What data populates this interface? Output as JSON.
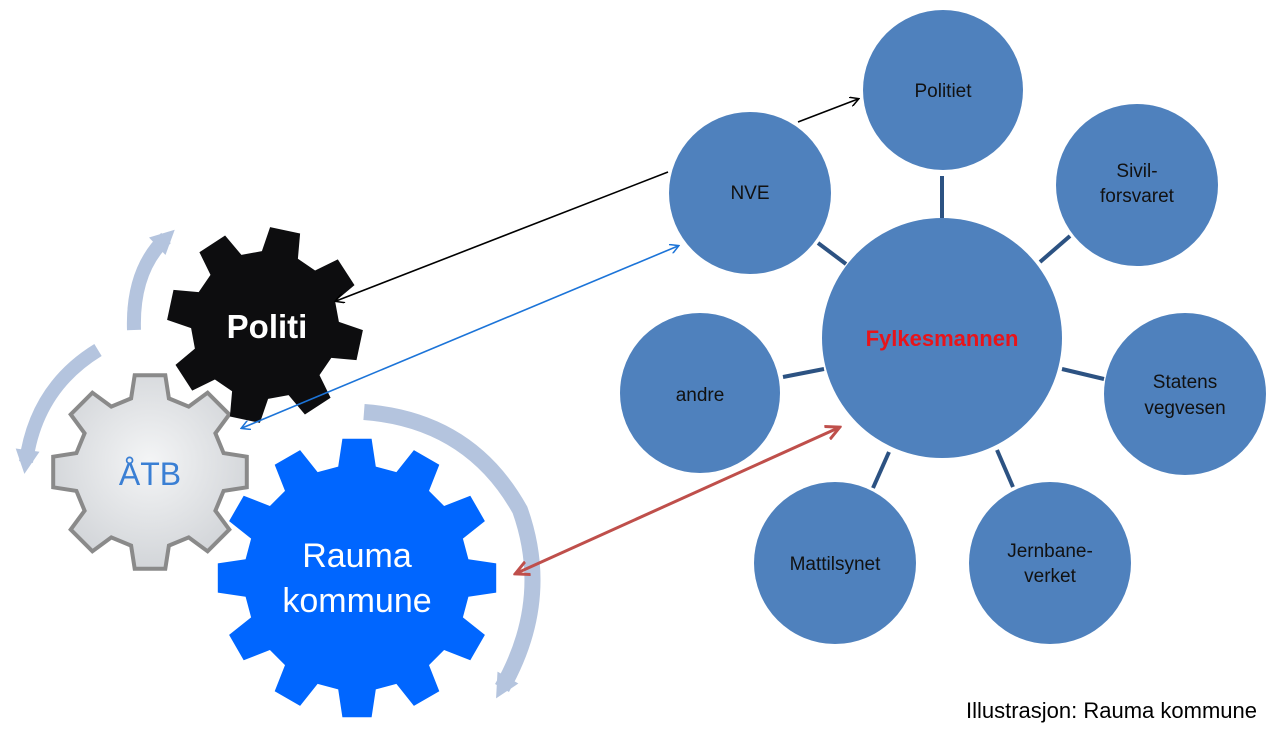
{
  "gears": {
    "politi": {
      "label": "Politi",
      "fill": "#0d0d0f",
      "text_color": "#ffffff"
    },
    "atb": {
      "label": "ÅTB",
      "fill": "#e4e6e8",
      "text_color": "#3a7fd4"
    },
    "rauma": {
      "label_line1": "Rauma",
      "label_line2": "kommune",
      "fill": "#0066ff",
      "text_color": "#ffffff"
    }
  },
  "hub": {
    "label": "Fylkesmannen",
    "fill": "#4f81bd",
    "text_color": "#e8141a"
  },
  "nodes": {
    "politiet": {
      "label": "Politiet"
    },
    "nve": {
      "label": "NVE"
    },
    "sivilforsvaret": {
      "line1": "Sivil-",
      "line2": "forsvaret"
    },
    "statens_vegvesen": {
      "line1": "Statens",
      "line2": "vegvesen"
    },
    "jernbaneverket": {
      "line1": "Jernbane-",
      "line2": "verket"
    },
    "mattilsynet": {
      "label": "Mattilsynet"
    },
    "andre": {
      "label": "andre",
      "text_color": "#1f3f80"
    }
  },
  "colors": {
    "node_fill": "#4f81bd",
    "spoke": "#2c5282",
    "cycle_arrow": "#b4c4de",
    "arrow_black": "#000000",
    "arrow_blue": "#1c74d8",
    "arrow_red": "#bf4f4b"
  },
  "caption": "Illustrasjon: Rauma kommune"
}
